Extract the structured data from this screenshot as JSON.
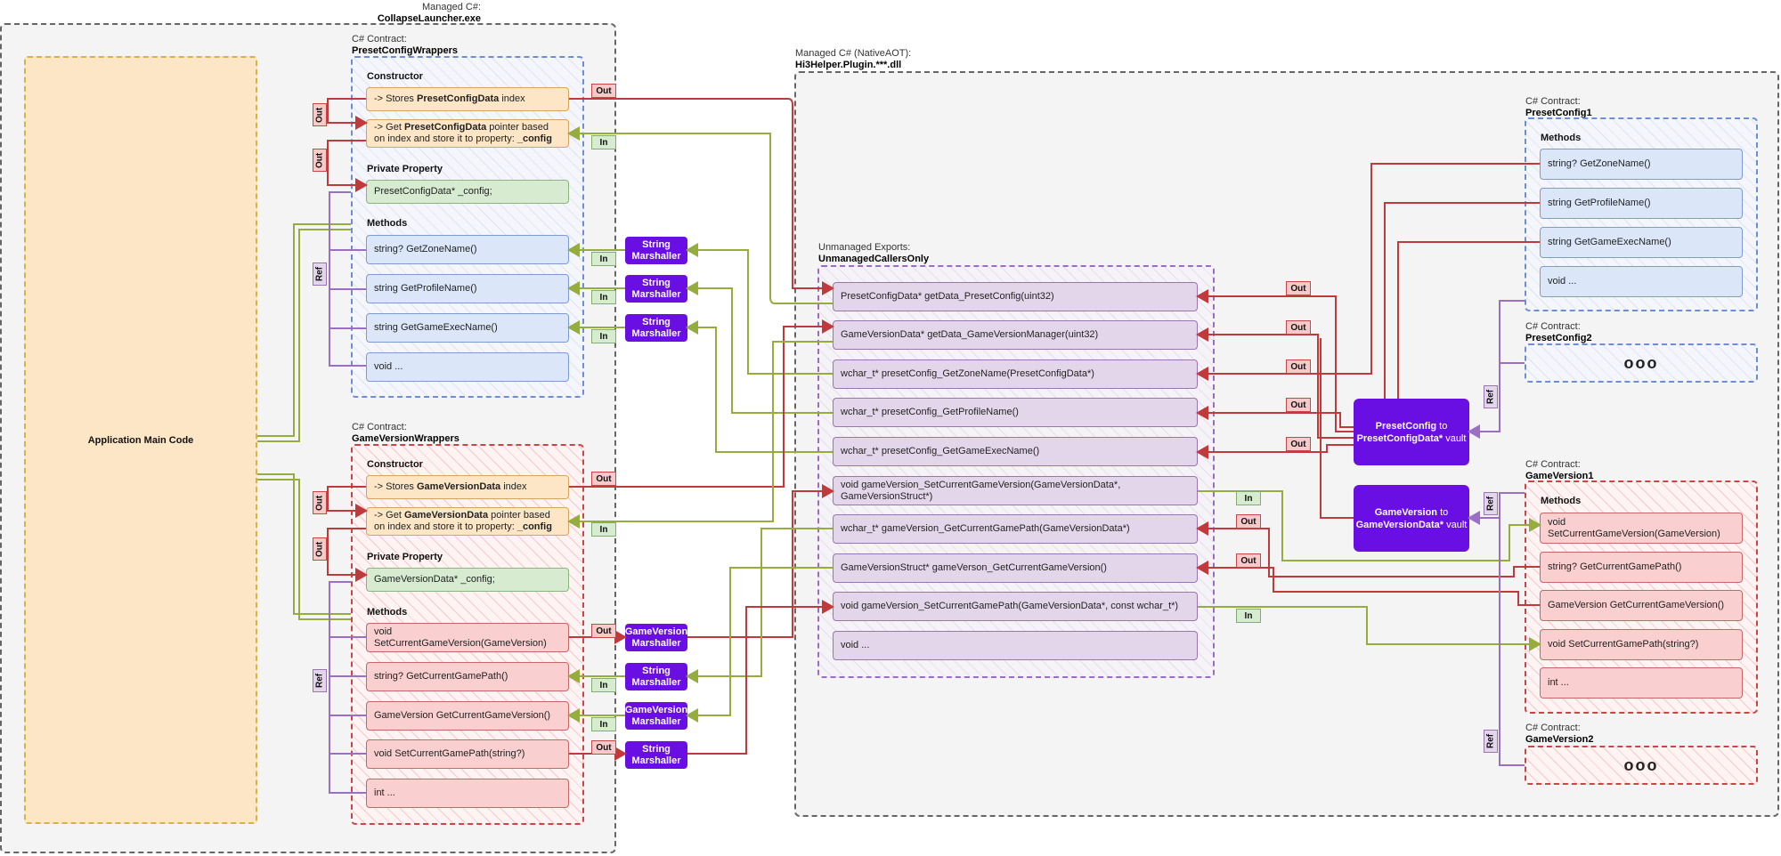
{
  "app_main": "Application Main Code",
  "left_region": {
    "label": "Managed C#:",
    "name": "CollapseLauncher.exe"
  },
  "right_region": {
    "label": "Managed C# (NativeAOT):",
    "name": "Hi3Helper.Plugin.***.dll"
  },
  "preset_wrappers": {
    "label": "C# Contract:",
    "name": "PresetConfigWrappers",
    "constructor_title": "Constructor",
    "ctor_stores_pre": "-> Stores ",
    "ctor_stores_bold": "PresetConfigData",
    "ctor_stores_post": " index",
    "ctor_get_pre": "-> Get ",
    "ctor_get_bold": "PresetConfigData",
    "ctor_get_mid": " pointer based on index and store it to property: ",
    "ctor_get_prop": "_config",
    "private_title": "Private Property",
    "private_value": "PresetConfigData* _config;",
    "methods_title": "Methods",
    "methods": [
      "string? GetZoneName()",
      "string GetProfileName()",
      "string GetGameExecName()",
      "void ..."
    ]
  },
  "gameversion_wrappers": {
    "label": "C# Contract:",
    "name": "GameVersionWrappers",
    "constructor_title": "Constructor",
    "ctor_stores_pre": "-> Stores ",
    "ctor_stores_bold": "GameVersionData",
    "ctor_stores_post": " index",
    "ctor_get_pre": "-> Get ",
    "ctor_get_bold": "GameVersionData",
    "ctor_get_mid": " pointer based on index and store it to property: ",
    "ctor_get_prop": "_config",
    "private_title": "Private Property",
    "private_value": "GameVersionData* _config;",
    "methods_title": "Methods",
    "methods": [
      "void SetCurrentGameVersion(GameVersion)",
      "string? GetCurrentGamePath()",
      "GameVersion GetCurrentGameVersion()",
      "void SetCurrentGamePath(string?)",
      "int ..."
    ]
  },
  "marshallers": [
    {
      "line1": "String",
      "line2": "Marshaller"
    },
    {
      "line1": "String",
      "line2": "Marshaller"
    },
    {
      "line1": "String",
      "line2": "Marshaller"
    },
    {
      "line1": "GameVersion",
      "line2": "Marshaller"
    },
    {
      "line1": "String",
      "line2": "Marshaller"
    },
    {
      "line1": "GameVersion",
      "line2": "Marshaller"
    },
    {
      "line1": "String",
      "line2": "Marshaller"
    }
  ],
  "exports": {
    "label": "Unmanaged Exports:",
    "name": "UnmanagedCallersOnly",
    "items": [
      "PresetConfigData* getData_PresetConfig(uint32)",
      "GameVersionData* getData_GameVersionManager(uint32)",
      "wchar_t* presetConfig_GetZoneName(PresetConfigData*)",
      "wchar_t* presetConfig_GetProfileName()",
      "wchar_t* presetConfig_GetGameExecName()",
      "void gameVersion_SetCurrentGameVersion(GameVersionData*, GameVersionStruct*)",
      "wchar_t* gameVersion_GetCurrentGamePath(GameVersionData*)",
      "GameVersionStruct* gameVerson_GetCurrentGameVersion()",
      "void gameVersion_SetCurrentGamePath(GameVersionData*, const wchar_t*)",
      "void ..."
    ]
  },
  "vaults": [
    {
      "bold": "PresetConfig",
      "mid": " to",
      "bold2": "PresetConfigData*",
      "tail": " vault"
    },
    {
      "bold": "GameVersion",
      "mid": " to",
      "bold2": "GameVersionData*",
      "tail": " vault"
    }
  ],
  "preset_config1": {
    "label": "C# Contract:",
    "name": "PresetConfig1",
    "methods_title": "Methods",
    "methods": [
      "string? GetZoneName()",
      "string GetProfileName()",
      "string GetGameExecName()",
      "void ..."
    ]
  },
  "preset_config2": {
    "label": "C# Contract:",
    "name": "PresetConfig2",
    "dots": "ooo"
  },
  "game_version1": {
    "label": "C# Contract:",
    "name": "GameVersion1",
    "methods_title": "Methods",
    "methods": [
      "void SetCurrentGameVersion(GameVersion)",
      "string? GetCurrentGamePath()",
      "GameVersion GetCurrentGameVersion()",
      "void SetCurrentGamePath(string?)",
      "int ..."
    ]
  },
  "game_version2": {
    "label": "C# Contract:",
    "name": "GameVersion2",
    "dots": "ooo"
  },
  "tags": {
    "out": "Out",
    "in": "In",
    "ref": "Ref"
  },
  "colors": {
    "red_line": "#c0393b",
    "green_line": "#94ad3e",
    "purple_line": "#9b6fc4",
    "vault": "#6a0fe4"
  }
}
